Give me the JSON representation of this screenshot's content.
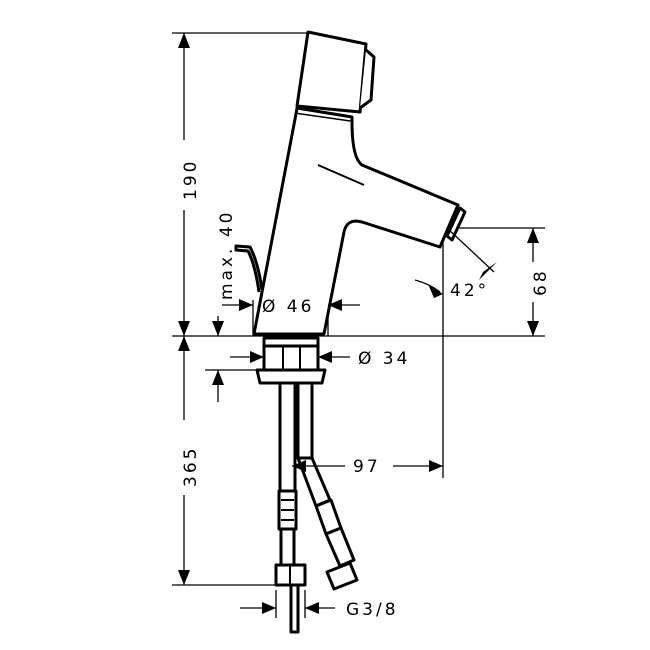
{
  "drawing": {
    "dimensions": {
      "height_above_basin": "190",
      "max_thickness": "max. 40",
      "body_diameter": "Ø 46",
      "base_diameter": "Ø 34",
      "spout_angle": "42°",
      "spout_height": "68",
      "spout_reach": "97",
      "hose_length": "365",
      "thread": "G3/8"
    },
    "line_color": "#000000",
    "background": "#ffffff"
  }
}
